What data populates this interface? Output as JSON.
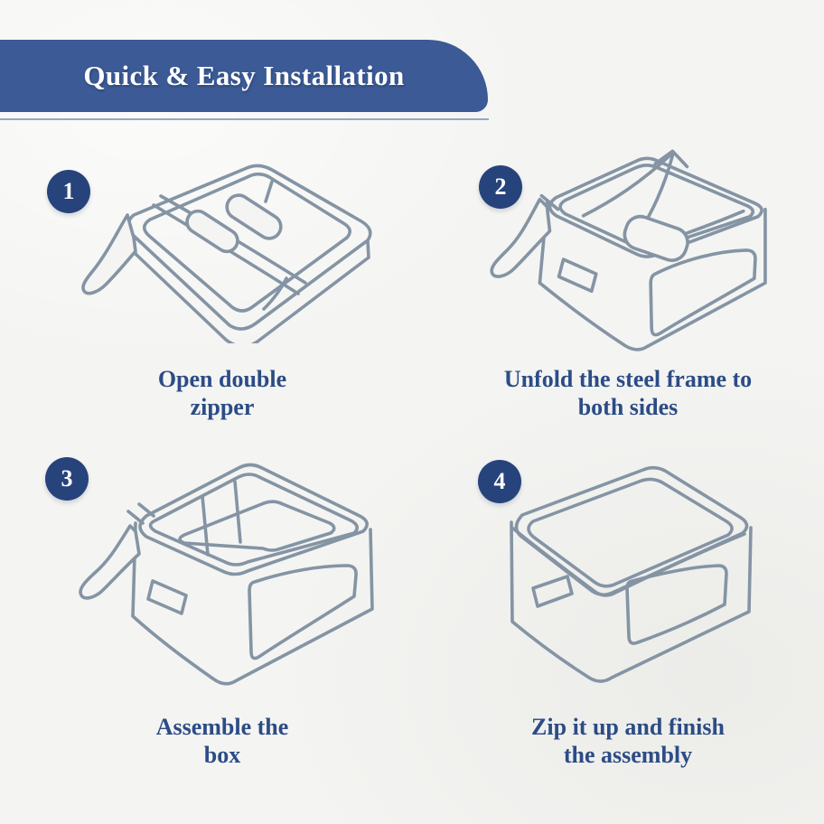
{
  "header": {
    "title": "Quick & Easy Installation",
    "banner_color": "#3b5a96",
    "underline_color": "#96a7bf"
  },
  "colors": {
    "background": "#f4f4f2",
    "badge": "#27437c",
    "caption_text": "#2b4c86",
    "line_art": "#8494a4"
  },
  "steps": [
    {
      "number": "1",
      "caption_line1": "Open double",
      "caption_line2": "zipper",
      "illustration": "flat-folded-box-with-double-zipper"
    },
    {
      "number": "2",
      "caption_line1": "Unfold the steel frame to",
      "caption_line2": "both sides",
      "illustration": "open-box-steel-frame-unfolding"
    },
    {
      "number": "3",
      "caption_line1": "Assemble the",
      "caption_line2": "box",
      "illustration": "assembled-open-box"
    },
    {
      "number": "4",
      "caption_line1": "Zip it up and finish",
      "caption_line2": "the assembly",
      "illustration": "closed-zipped-box"
    }
  ]
}
